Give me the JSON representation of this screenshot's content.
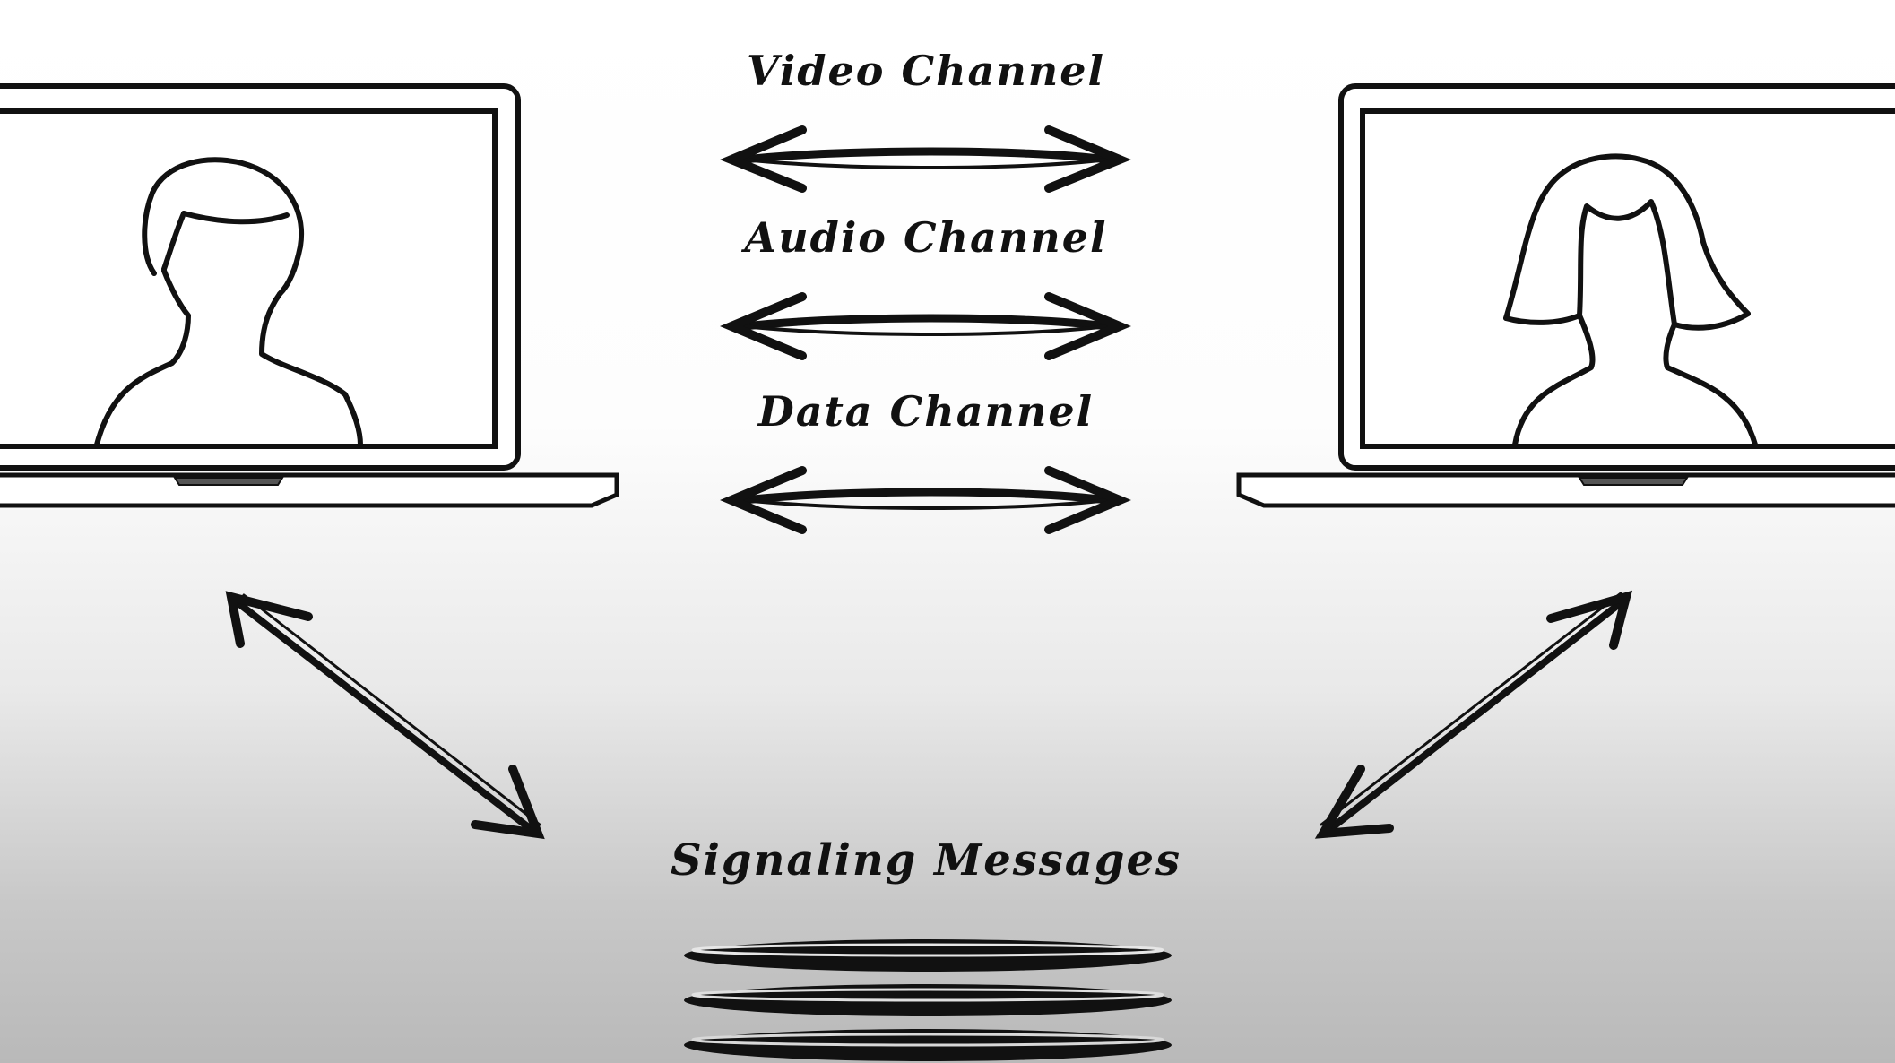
{
  "channels": {
    "video": "Video Channel",
    "audio": "Audio Channel",
    "data": "Data Channel"
  },
  "signaling": {
    "label": "Signaling Messages"
  },
  "colors": {
    "ink": "#111111",
    "background_top": "#ffffff",
    "background_bottom": "#b9b9b9"
  },
  "icons": {
    "left_peer": "laptop-with-male-user-icon",
    "right_peer": "laptop-with-female-user-icon",
    "signaling_server": "stacked-discs-server-icon"
  }
}
